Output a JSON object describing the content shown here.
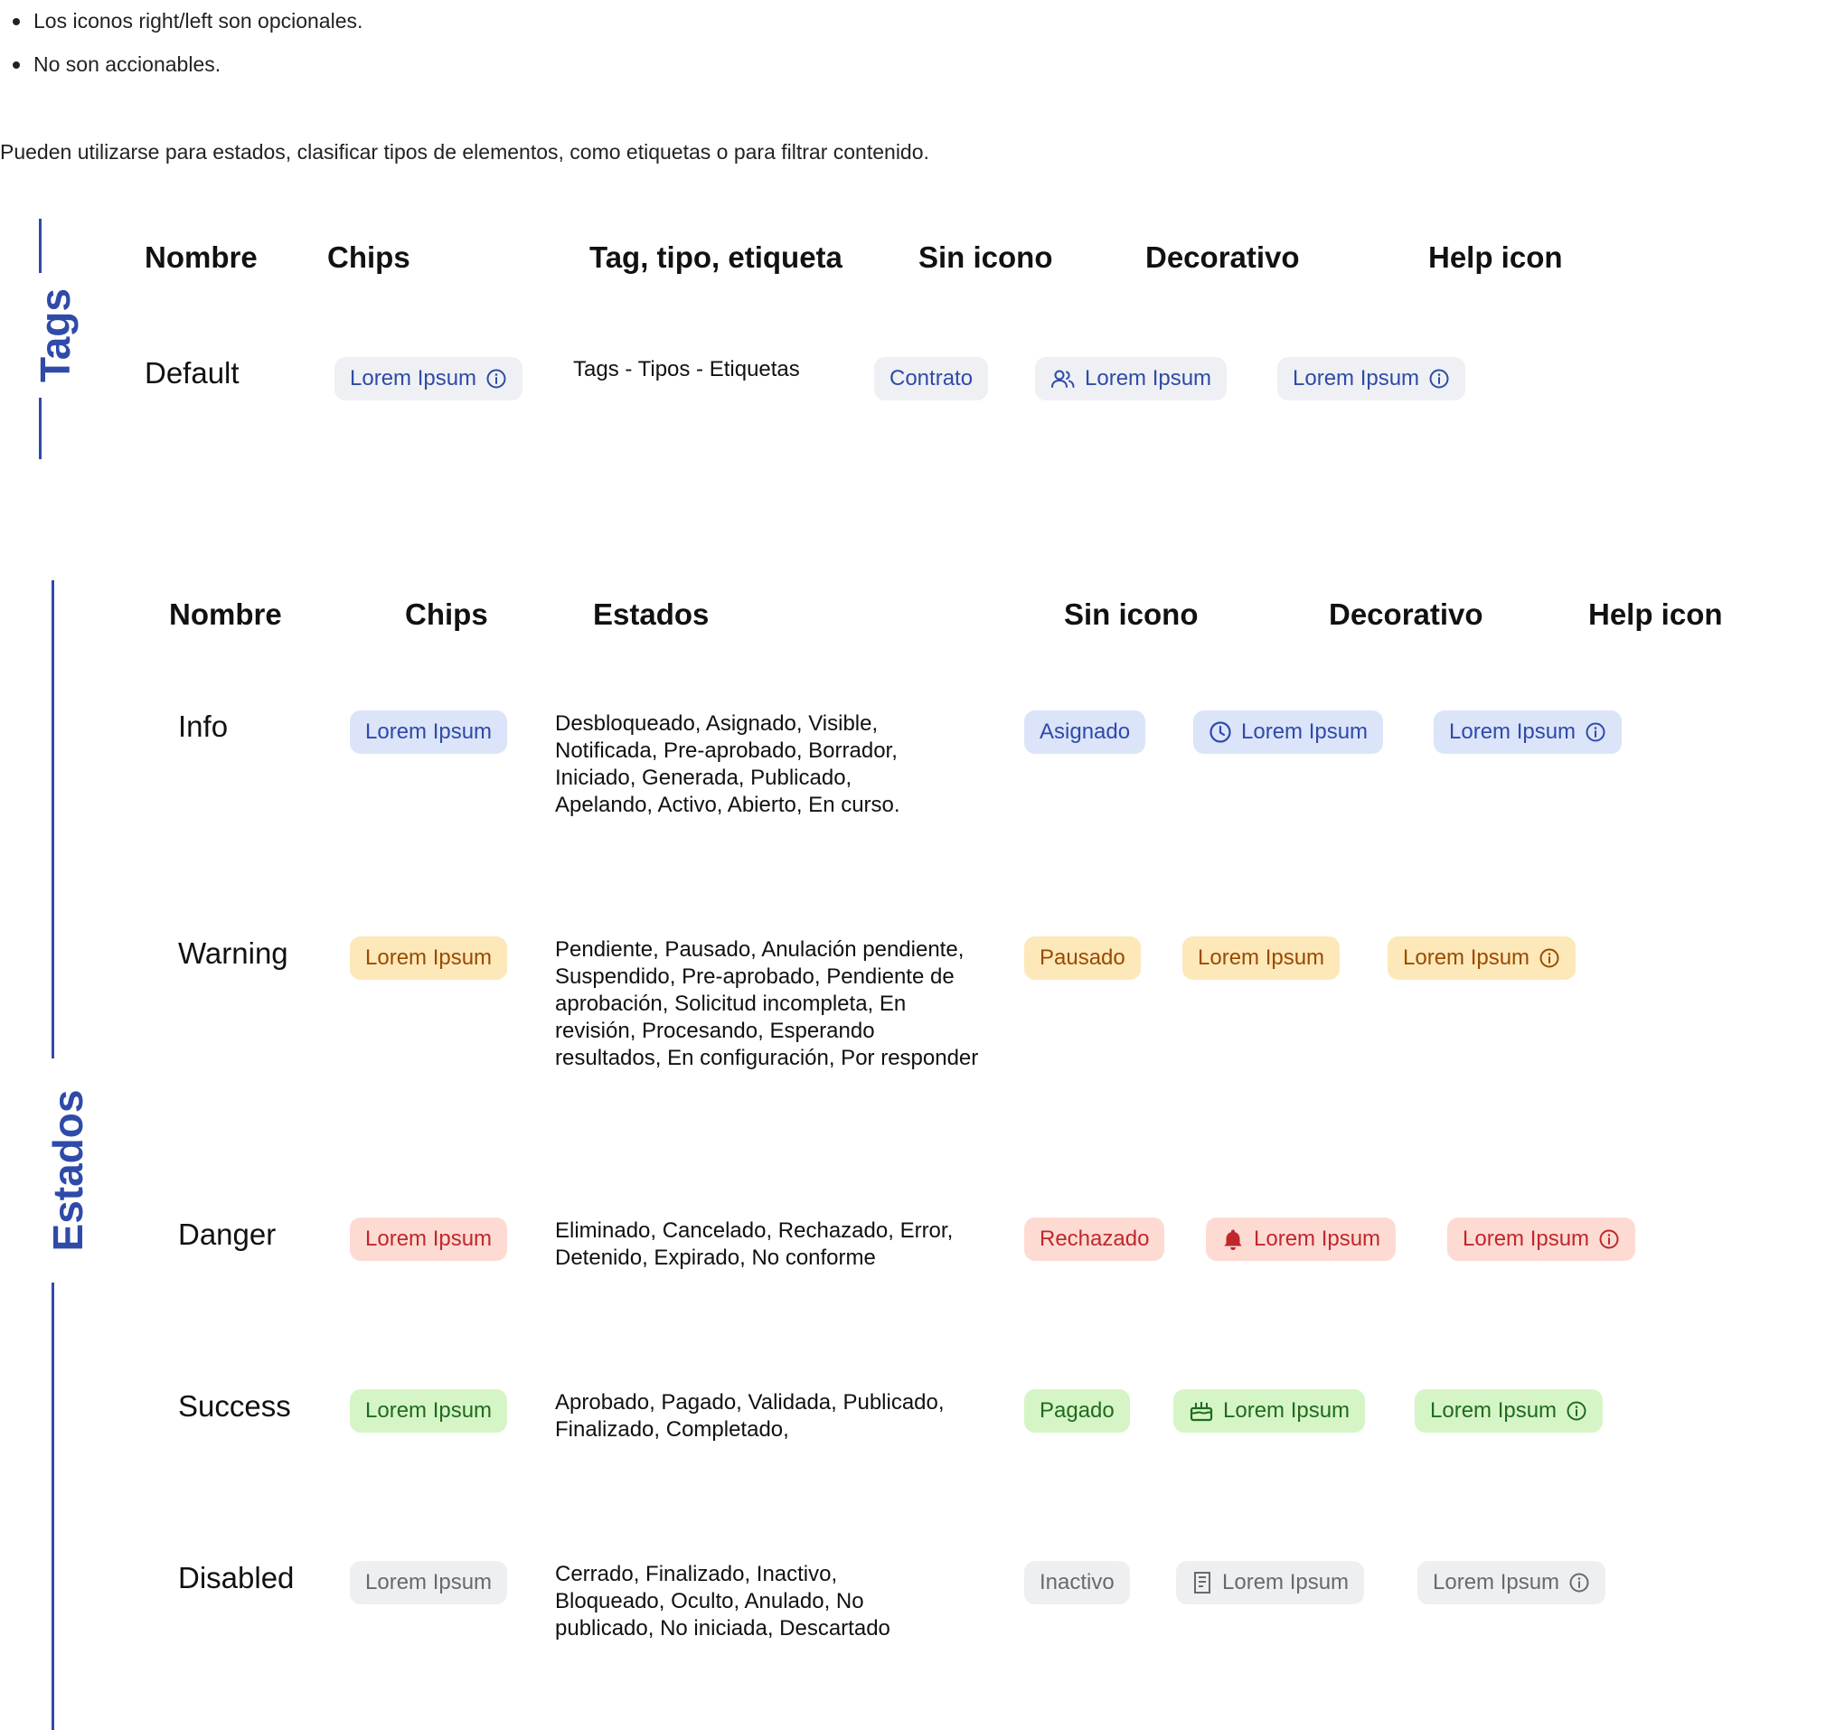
{
  "intro": {
    "bullets": [
      "Los iconos right/left son opcionales.",
      "No son accionables."
    ],
    "paragraph": "Pueden utilizarse para estados, clasificar tipos de elementos, como etiquetas o para filtrar contenido."
  },
  "tags_section": {
    "title": "Tags",
    "headers": {
      "name": "Nombre",
      "chips": "Chips",
      "types": "Tag, tipo, etiqueta",
      "no_icon": "Sin icono",
      "decorative": "Decorativo",
      "help": "Help icon"
    },
    "row": {
      "name": "Default",
      "chip_label": "Lorem Ipsum",
      "types_text": "Tags - Tipos - Etiquetas",
      "no_icon_label": "Contrato",
      "decorative_label": "Lorem Ipsum",
      "decorative_icon": "users-icon",
      "help_label": "Lorem Ipsum"
    }
  },
  "states_section": {
    "title": "Estados",
    "headers": {
      "name": "Nombre",
      "chips": "Chips",
      "states": "Estados",
      "no_icon": "Sin icono",
      "decorative": "Decorativo",
      "help": "Help icon"
    },
    "rows": [
      {
        "name": "Info",
        "chip_label": "Lorem Ipsum",
        "states_text": "Desbloqueado, Asignado, Visible, Notificada, Pre-aprobado, Borrador, Iniciado, Generada, Publicado, Apelando, Activo, Abierto, En curso.",
        "no_icon_label": "Asignado",
        "decorative_label": "Lorem Ipsum",
        "decorative_icon": "clock-icon",
        "help_label": "Lorem Ipsum",
        "colors": {
          "bg": "#dbe4f9",
          "fg": "#2f4aa8"
        }
      },
      {
        "name": "Warning",
        "chip_label": "Lorem Ipsum",
        "states_text": "Pendiente, Pausado, Anulación pendiente, Suspendido, Pre-aprobado, Pendiente de aprobación, Solicitud incompleta, En revisión, Procesando, Esperando resultados, En configuración, Por responder",
        "no_icon_label": "Pausado",
        "decorative_label": "Lorem Ipsum",
        "decorative_icon": "",
        "help_label": "Lorem Ipsum",
        "colors": {
          "bg": "#fde8b9",
          "fg": "#9a4a00"
        }
      },
      {
        "name": "Danger",
        "chip_label": "Lorem Ipsum",
        "states_text": "Eliminado, Cancelado, Rechazado, Error, Detenido, Expirado, No conforme",
        "no_icon_label": "Rechazado",
        "decorative_label": "Lorem Ipsum",
        "decorative_icon": "bell-icon",
        "help_label": "Lorem Ipsum",
        "colors": {
          "bg": "#fddbd3",
          "fg": "#c0272d"
        }
      },
      {
        "name": "Success",
        "chip_label": "Lorem Ipsum",
        "states_text": "Aprobado, Pagado, Validada, Publicado, Finalizado, Completado,",
        "no_icon_label": "Pagado",
        "decorative_label": "Lorem Ipsum",
        "decorative_icon": "cake-icon",
        "help_label": "Lorem Ipsum",
        "colors": {
          "bg": "#d6f5c6",
          "fg": "#1f6b1f"
        }
      },
      {
        "name": "Disabled",
        "chip_label": "Lorem Ipsum",
        "states_text": "Cerrado,  Finalizado, Inactivo, Bloqueado, Oculto, Anulado, No publicado, No iniciada, Descartado",
        "no_icon_label": "Inactivo",
        "decorative_label": "Lorem Ipsum",
        "decorative_icon": "receipt-icon",
        "help_label": "Lorem Ipsum",
        "colors": {
          "bg": "#eeeff1",
          "fg": "#666a70"
        }
      }
    ]
  }
}
